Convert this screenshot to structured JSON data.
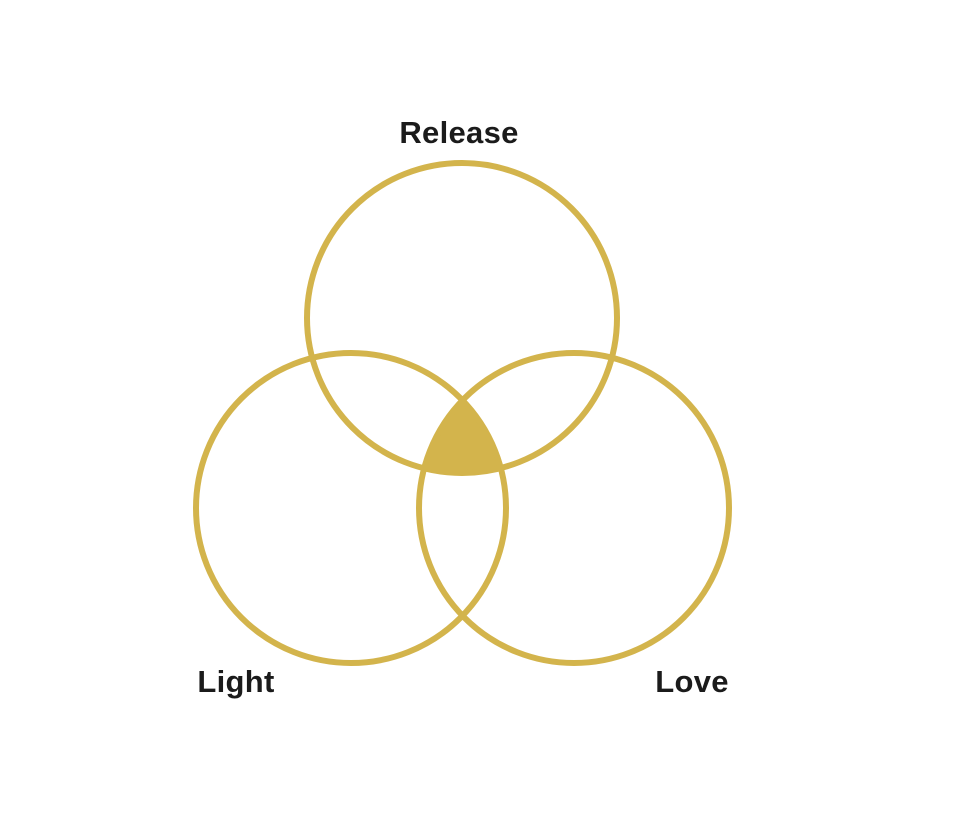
{
  "diagram": {
    "type": "venn-3-circle",
    "labels": {
      "top": "Release",
      "bottom_left": "Light",
      "bottom_right": "Love"
    },
    "colors": {
      "circle_stroke": "#D3B44C",
      "center_fill": "#D3B44C",
      "label_text": "#1B1B1B",
      "background": "#FFFFFF"
    }
  }
}
